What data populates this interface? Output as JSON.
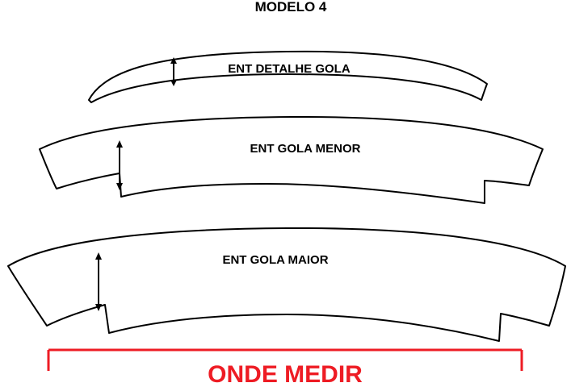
{
  "title": "MODELO 4",
  "pieces": [
    {
      "id": "detalhe-gola",
      "label": "ENT DETALHE GOLA"
    },
    {
      "id": "gola-menor",
      "label": "ENT GOLA MENOR"
    },
    {
      "id": "gola-maior",
      "label": "ENT GOLA MAIOR"
    }
  ],
  "footer": {
    "label": "ONDE MEDIR"
  },
  "colors": {
    "outline": "#000000",
    "background": "#ffffff",
    "highlight": "#ee1c24",
    "text": "#000000"
  },
  "annotations": {
    "arrow_count": 3,
    "measure_bracket": "width-of-gola-maior-base"
  }
}
